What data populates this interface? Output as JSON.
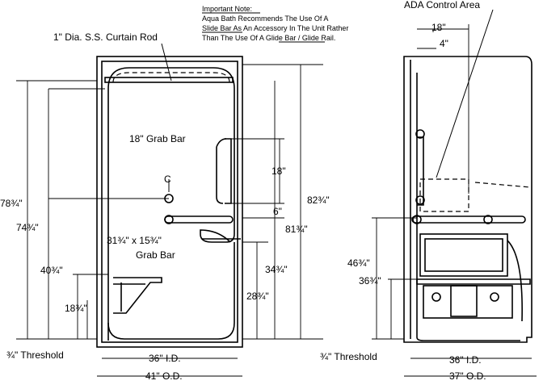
{
  "note": {
    "heading": "Important Note:",
    "lines": [
      "Aqua Bath Recommends The Use Of A",
      "Slide Bar As An Accessory In The Unit Rather",
      "Than The Use Of A Glide Bar / Glide Rail."
    ]
  },
  "front_view": {
    "curtain_rod": "1\" Dia. S.S. Curtain Rod",
    "grab_bar_18": "18\" Grab Bar",
    "dim_18": "18\"",
    "centerline": "C",
    "centerline_sub": "L",
    "dim_6": "6\"",
    "grab_bar_corner_line1": "31¾\" x 15¾\"",
    "grab_bar_corner_line2": "Grab Bar",
    "dim_78": "78¾\"",
    "dim_74": "74¾\"",
    "dim_40": "40¾\"",
    "dim_18_seat": "18¾\"",
    "dim_82": "82¾\"",
    "dim_81": "81¾\"",
    "dim_34": "34¾\"",
    "dim_28": "28¾\"",
    "threshold": "¾\" Threshold",
    "id_width": "36\" I.D.",
    "od_width": "41\" O.D."
  },
  "side_view": {
    "ada_area": "ADA Control Area",
    "dim_18": "18\"",
    "dim_4": "4\"",
    "dim_46": "46¾\"",
    "dim_36": "36¾\"",
    "threshold": "¾\" Threshold",
    "id_width": "36\" I.D.",
    "od_width": "37\" O.D."
  }
}
